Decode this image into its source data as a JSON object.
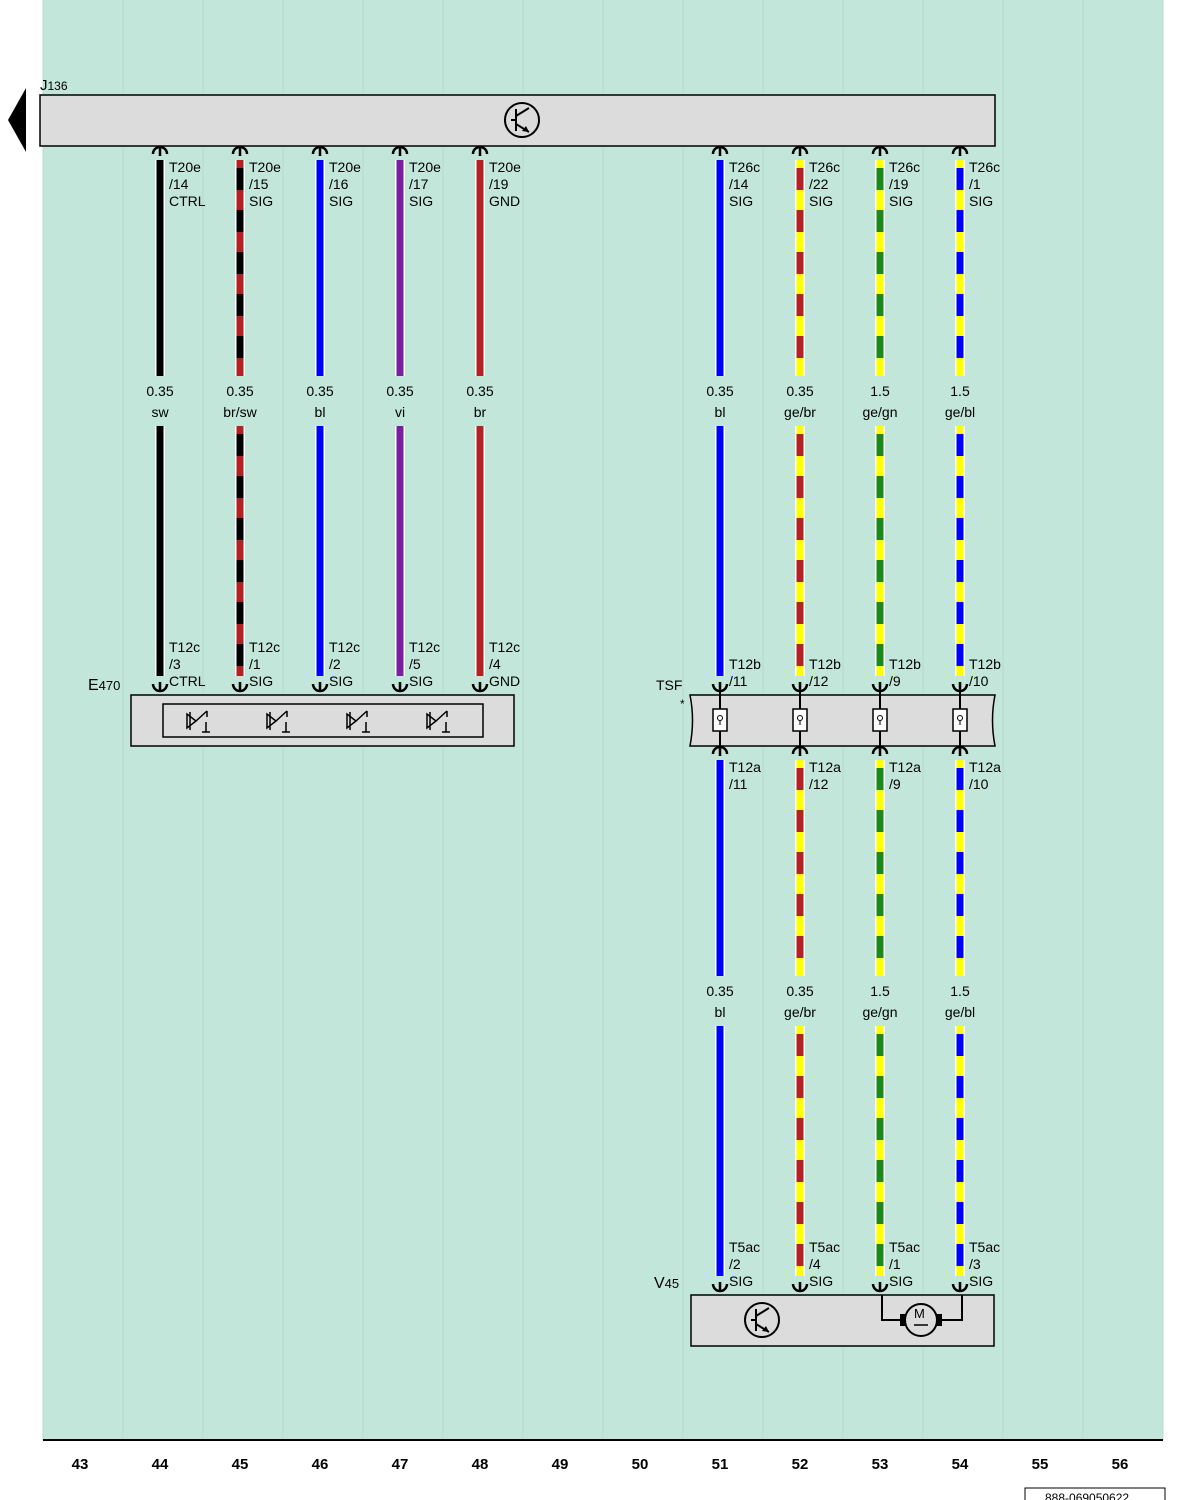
{
  "components": {
    "j136": {
      "label": "J",
      "sub": "136"
    },
    "e470": {
      "label": "E",
      "sub": "470"
    },
    "tsf": {
      "label": "TSF",
      "mark": "*"
    },
    "v45": {
      "label": "V",
      "sub": "45"
    }
  },
  "wires": [
    {
      "col": 44,
      "top_pin": [
        "T20e",
        "/14",
        "CTRL"
      ],
      "size": "0.35",
      "color": "sw",
      "bot_pin": [
        "T12c",
        "/3",
        "CTRL"
      ],
      "pattern": [
        "#000000"
      ]
    },
    {
      "col": 45,
      "top_pin": [
        "T20e",
        "/15",
        "SIG"
      ],
      "size": "0.35",
      "color": "br/sw",
      "bot_pin": [
        "T12c",
        "/1",
        "SIG"
      ],
      "pattern": [
        "#b22222",
        "#000000"
      ]
    },
    {
      "col": 46,
      "top_pin": [
        "T20e",
        "/16",
        "SIG"
      ],
      "size": "0.35",
      "color": "bl",
      "bot_pin": [
        "T12c",
        "/2",
        "SIG"
      ],
      "pattern": [
        "#0000ff"
      ]
    },
    {
      "col": 47,
      "top_pin": [
        "T20e",
        "/17",
        "SIG"
      ],
      "size": "0.35",
      "color": "vi",
      "bot_pin": [
        "T12c",
        "/5",
        "SIG"
      ],
      "pattern": [
        "#7b1fa2"
      ]
    },
    {
      "col": 48,
      "top_pin": [
        "T20e",
        "/19",
        "GND"
      ],
      "size": "0.35",
      "color": "br",
      "bot_pin": [
        "T12c",
        "/4",
        "GND"
      ],
      "pattern": [
        "#b22222"
      ]
    },
    {
      "col": 51,
      "top_pin": [
        "T26c",
        "/14",
        "SIG"
      ],
      "size": "0.35",
      "color": "bl",
      "bot_pin": [
        "T12b",
        "/11"
      ],
      "pattern": [
        "#0000ff"
      ],
      "lower": {
        "top_pin": [
          "T12a",
          "/11"
        ],
        "size": "0.35",
        "color": "bl",
        "bot_pin": [
          "T5ac",
          "/2",
          "SIG"
        ]
      }
    },
    {
      "col": 52,
      "top_pin": [
        "T26c",
        "/22",
        "SIG"
      ],
      "size": "0.35",
      "color": "ge/br",
      "bot_pin": [
        "T12b",
        "/12"
      ],
      "pattern": [
        "#ffff00",
        "#b22222"
      ],
      "lower": {
        "top_pin": [
          "T12a",
          "/12"
        ],
        "size": "0.35",
        "color": "ge/br",
        "bot_pin": [
          "T5ac",
          "/4",
          "SIG"
        ]
      }
    },
    {
      "col": 53,
      "top_pin": [
        "T26c",
        "/19",
        "SIG"
      ],
      "size": "1.5",
      "color": "ge/gn",
      "bot_pin": [
        "T12b",
        "/9"
      ],
      "pattern": [
        "#ffff00",
        "#1a8a1a"
      ],
      "lower": {
        "top_pin": [
          "T12a",
          "/9"
        ],
        "size": "1.5",
        "color": "ge/gn",
        "bot_pin": [
          "T5ac",
          "/1",
          "SIG"
        ]
      }
    },
    {
      "col": 54,
      "top_pin": [
        "T26c",
        "/1",
        "SIG"
      ],
      "size": "1.5",
      "color": "ge/bl",
      "bot_pin": [
        "T12b",
        "/10"
      ],
      "pattern": [
        "#ffff00",
        "#0000ff"
      ],
      "lower": {
        "top_pin": [
          "T12a",
          "/10"
        ],
        "size": "1.5",
        "color": "ge/bl",
        "bot_pin": [
          "T5ac",
          "/3",
          "SIG"
        ]
      }
    }
  ],
  "columns": [
    "43",
    "44",
    "45",
    "46",
    "47",
    "48",
    "49",
    "50",
    "51",
    "52",
    "53",
    "54",
    "55",
    "56"
  ],
  "page_code": "888-069050622",
  "colors": {
    "background": "#c2e6da",
    "box": "#dcdcdc"
  },
  "icons": {
    "ecu": "transistor-symbol",
    "switch": "switch-symbol",
    "motor": "motor-symbol",
    "fuse": "fuse-symbol"
  }
}
